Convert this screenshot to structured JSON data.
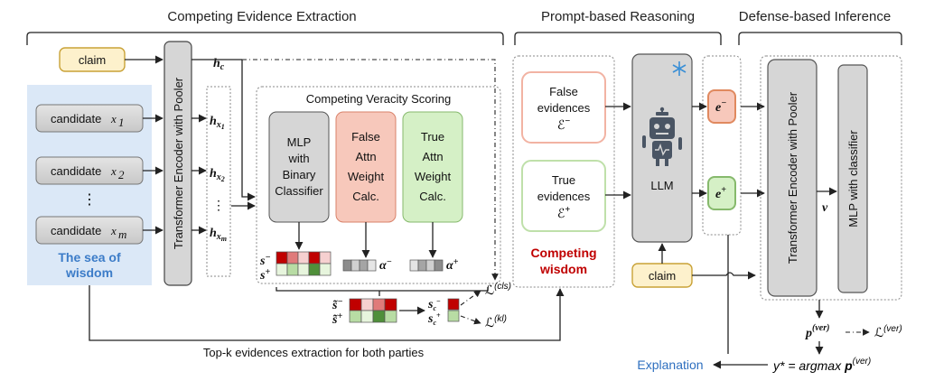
{
  "sections": {
    "extraction": "Competing Evidence Extraction",
    "reasoning": "Prompt-based Reasoning",
    "inference": "Defense-based Inference"
  },
  "inputs": {
    "claim": "claim",
    "cand1": "candidate",
    "cand1_sub": "1",
    "cand2": "candidate",
    "cand2_sub": "2",
    "dots": "⋮",
    "candm": "candidate",
    "candm_sub": "m",
    "cand_var": "x",
    "sea": [
      "The sea of",
      "wisdom"
    ]
  },
  "encoder": {
    "left": "Transformer Encoder with Pooler",
    "h": "h",
    "hc_sub": "c",
    "hx_sub": "x",
    "sub1": "1",
    "sub2": "2",
    "subm": "m",
    "dots": "⋮"
  },
  "scoring": {
    "title": "Competing Veracity Scoring",
    "mlp": [
      "MLP",
      "with",
      "Binary",
      "Classifier"
    ],
    "false_attn": [
      "False",
      "Attn",
      "Weight",
      "Calc."
    ],
    "true_attn": [
      "True",
      "Attn",
      "Weight",
      "Calc."
    ],
    "s": "s",
    "alpha": "α",
    "minus": "−",
    "plus": "+",
    "sc": "s",
    "c": "c",
    "loss": "ℒ",
    "cls": "(cls)",
    "kl": "(kl)"
  },
  "topk": "Top-k evidences extraction for both parties",
  "reasoning": {
    "false_ev": [
      "False",
      "evidences"
    ],
    "true_ev": [
      "True",
      "evidences"
    ],
    "E": "ℰ",
    "competing": [
      "Competing",
      "wisdom"
    ],
    "llm": "LLM",
    "e": "e",
    "claim": "claim"
  },
  "inference": {
    "encoder": "Transformer Encoder with Pooler",
    "mlp": "MLP with classifier",
    "v": "v",
    "p": "p",
    "ver": "(ver)",
    "explanation": "Explanation",
    "ystar": "y* = argmax"
  },
  "colors": {
    "claim_fill": "#fdf1cc",
    "claim_stroke": "#c9a237",
    "sea_fill": "#dbe8f7",
    "sea_text": "#3c7cc8",
    "gray_box": "#d6d6d6",
    "red_box": "#f7c8bb",
    "green_box": "#d5f0c6",
    "red_text": "#c00000",
    "blue_text": "#2e6fbf"
  }
}
